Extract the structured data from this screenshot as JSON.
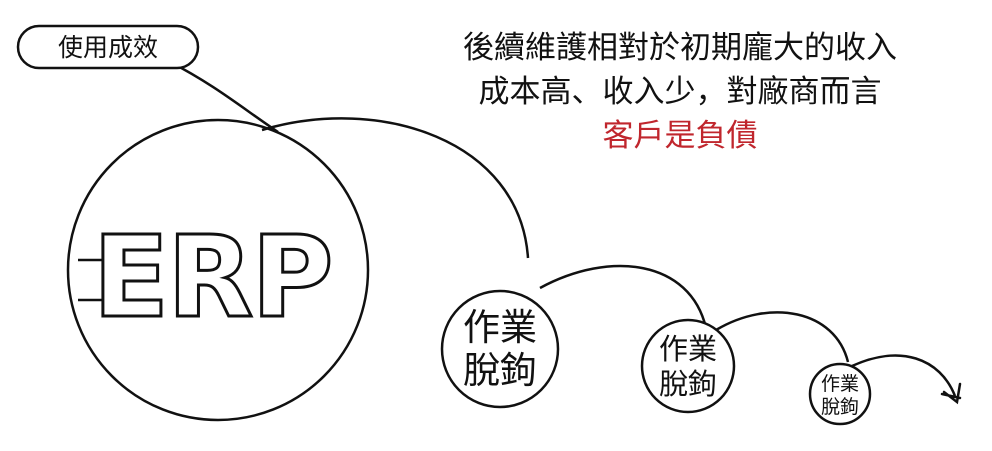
{
  "label_top": "使用成效",
  "main_circle": {
    "label": "ERP"
  },
  "circles": [
    {
      "line1": "作業",
      "line2": "脫鉤"
    },
    {
      "line1": "作業",
      "line2": "脫鉤"
    },
    {
      "line1": "作業",
      "line2": "脫鉤"
    }
  ],
  "statement": {
    "line1": "後續維護相對於初期龐大的收入",
    "line2": "成本高、收入少，對廠商而言",
    "line3": "客戶是負債"
  },
  "colors": {
    "ink": "#111111",
    "accent": "#c0262d",
    "background": "#ffffff"
  }
}
